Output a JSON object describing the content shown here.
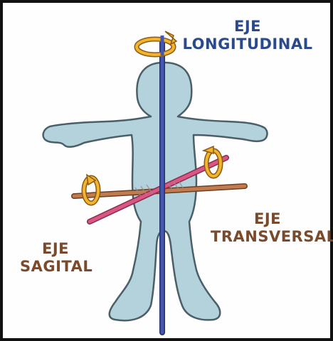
{
  "labels": {
    "longitudinal": {
      "line1": "EJE",
      "line2": "LONGITUDINAL"
    },
    "transversal": {
      "line1": "EJE",
      "line2": "TRANSVERSAL"
    },
    "sagital": {
      "line1": "EJE",
      "line2": "SAGITAL"
    }
  },
  "colors": {
    "body_fill": "#b4d2dc",
    "body_outline": "#4a5f68",
    "longitudinal_axis": "#3f4fa3",
    "transversal_axis": "#b8734a",
    "sagital_axis": "#d4507a",
    "rotation_arrow": "#f2b32e",
    "label_longitudinal": "#2b4a8c",
    "label_transversal": "#7a4a2c",
    "label_sagital": "#7a4a2c"
  }
}
